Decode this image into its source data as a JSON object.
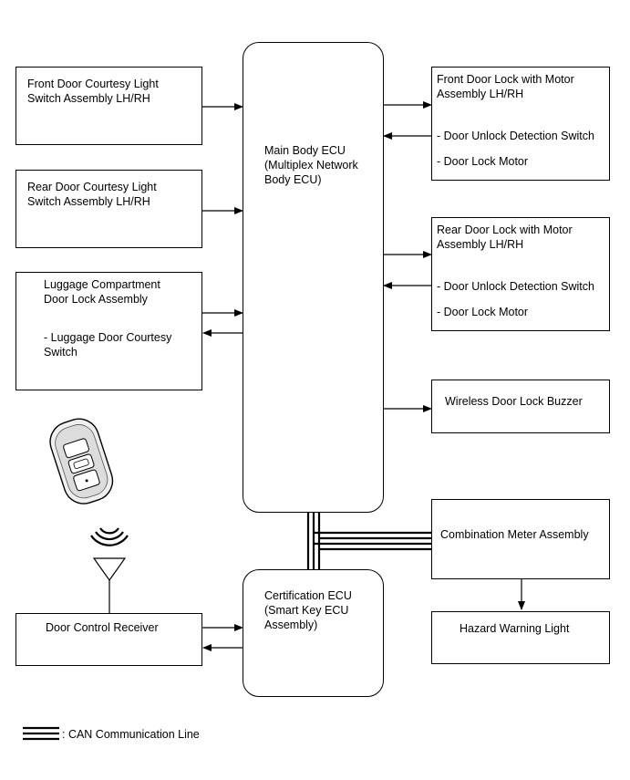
{
  "nodes": {
    "front_courtesy": {
      "line1": "Front Door Courtesy Light",
      "line2": "Switch Assembly LH/RH"
    },
    "rear_courtesy": {
      "line1": "Rear Door Courtesy Light",
      "line2": "Switch Assembly LH/RH"
    },
    "luggage": {
      "line1": "Luggage Compartment",
      "line2": "Door Lock Assembly",
      "sub1": "- Luggage Door Courtesy",
      "sub2": "Switch"
    },
    "main_ecu": {
      "line1": "Main Body ECU",
      "line2": "(Multiplex Network",
      "line3": "Body ECU)"
    },
    "front_lock": {
      "line1": "Front Door Lock with Motor",
      "line2": "Assembly LH/RH",
      "sub1": "- Door Unlock Detection Switch",
      "sub2": "- Door Lock Motor"
    },
    "rear_lock": {
      "line1": "Rear Door Lock with Motor",
      "line2": "Assembly LH/RH",
      "sub1": "- Door Unlock Detection Switch",
      "sub2": "- Door Lock Motor"
    },
    "buzzer": {
      "line1": "Wireless Door Lock Buzzer"
    },
    "meter": {
      "line1": "Combination Meter Assembly"
    },
    "hazard": {
      "line1": "Hazard Warning Light"
    },
    "cert_ecu": {
      "line1": "Certification ECU",
      "line2": "(Smart Key ECU",
      "line3": "Assembly)"
    },
    "receiver": {
      "line1": "Door Control Receiver"
    }
  },
  "legend": {
    "can_label": ": CAN Communication Line"
  }
}
